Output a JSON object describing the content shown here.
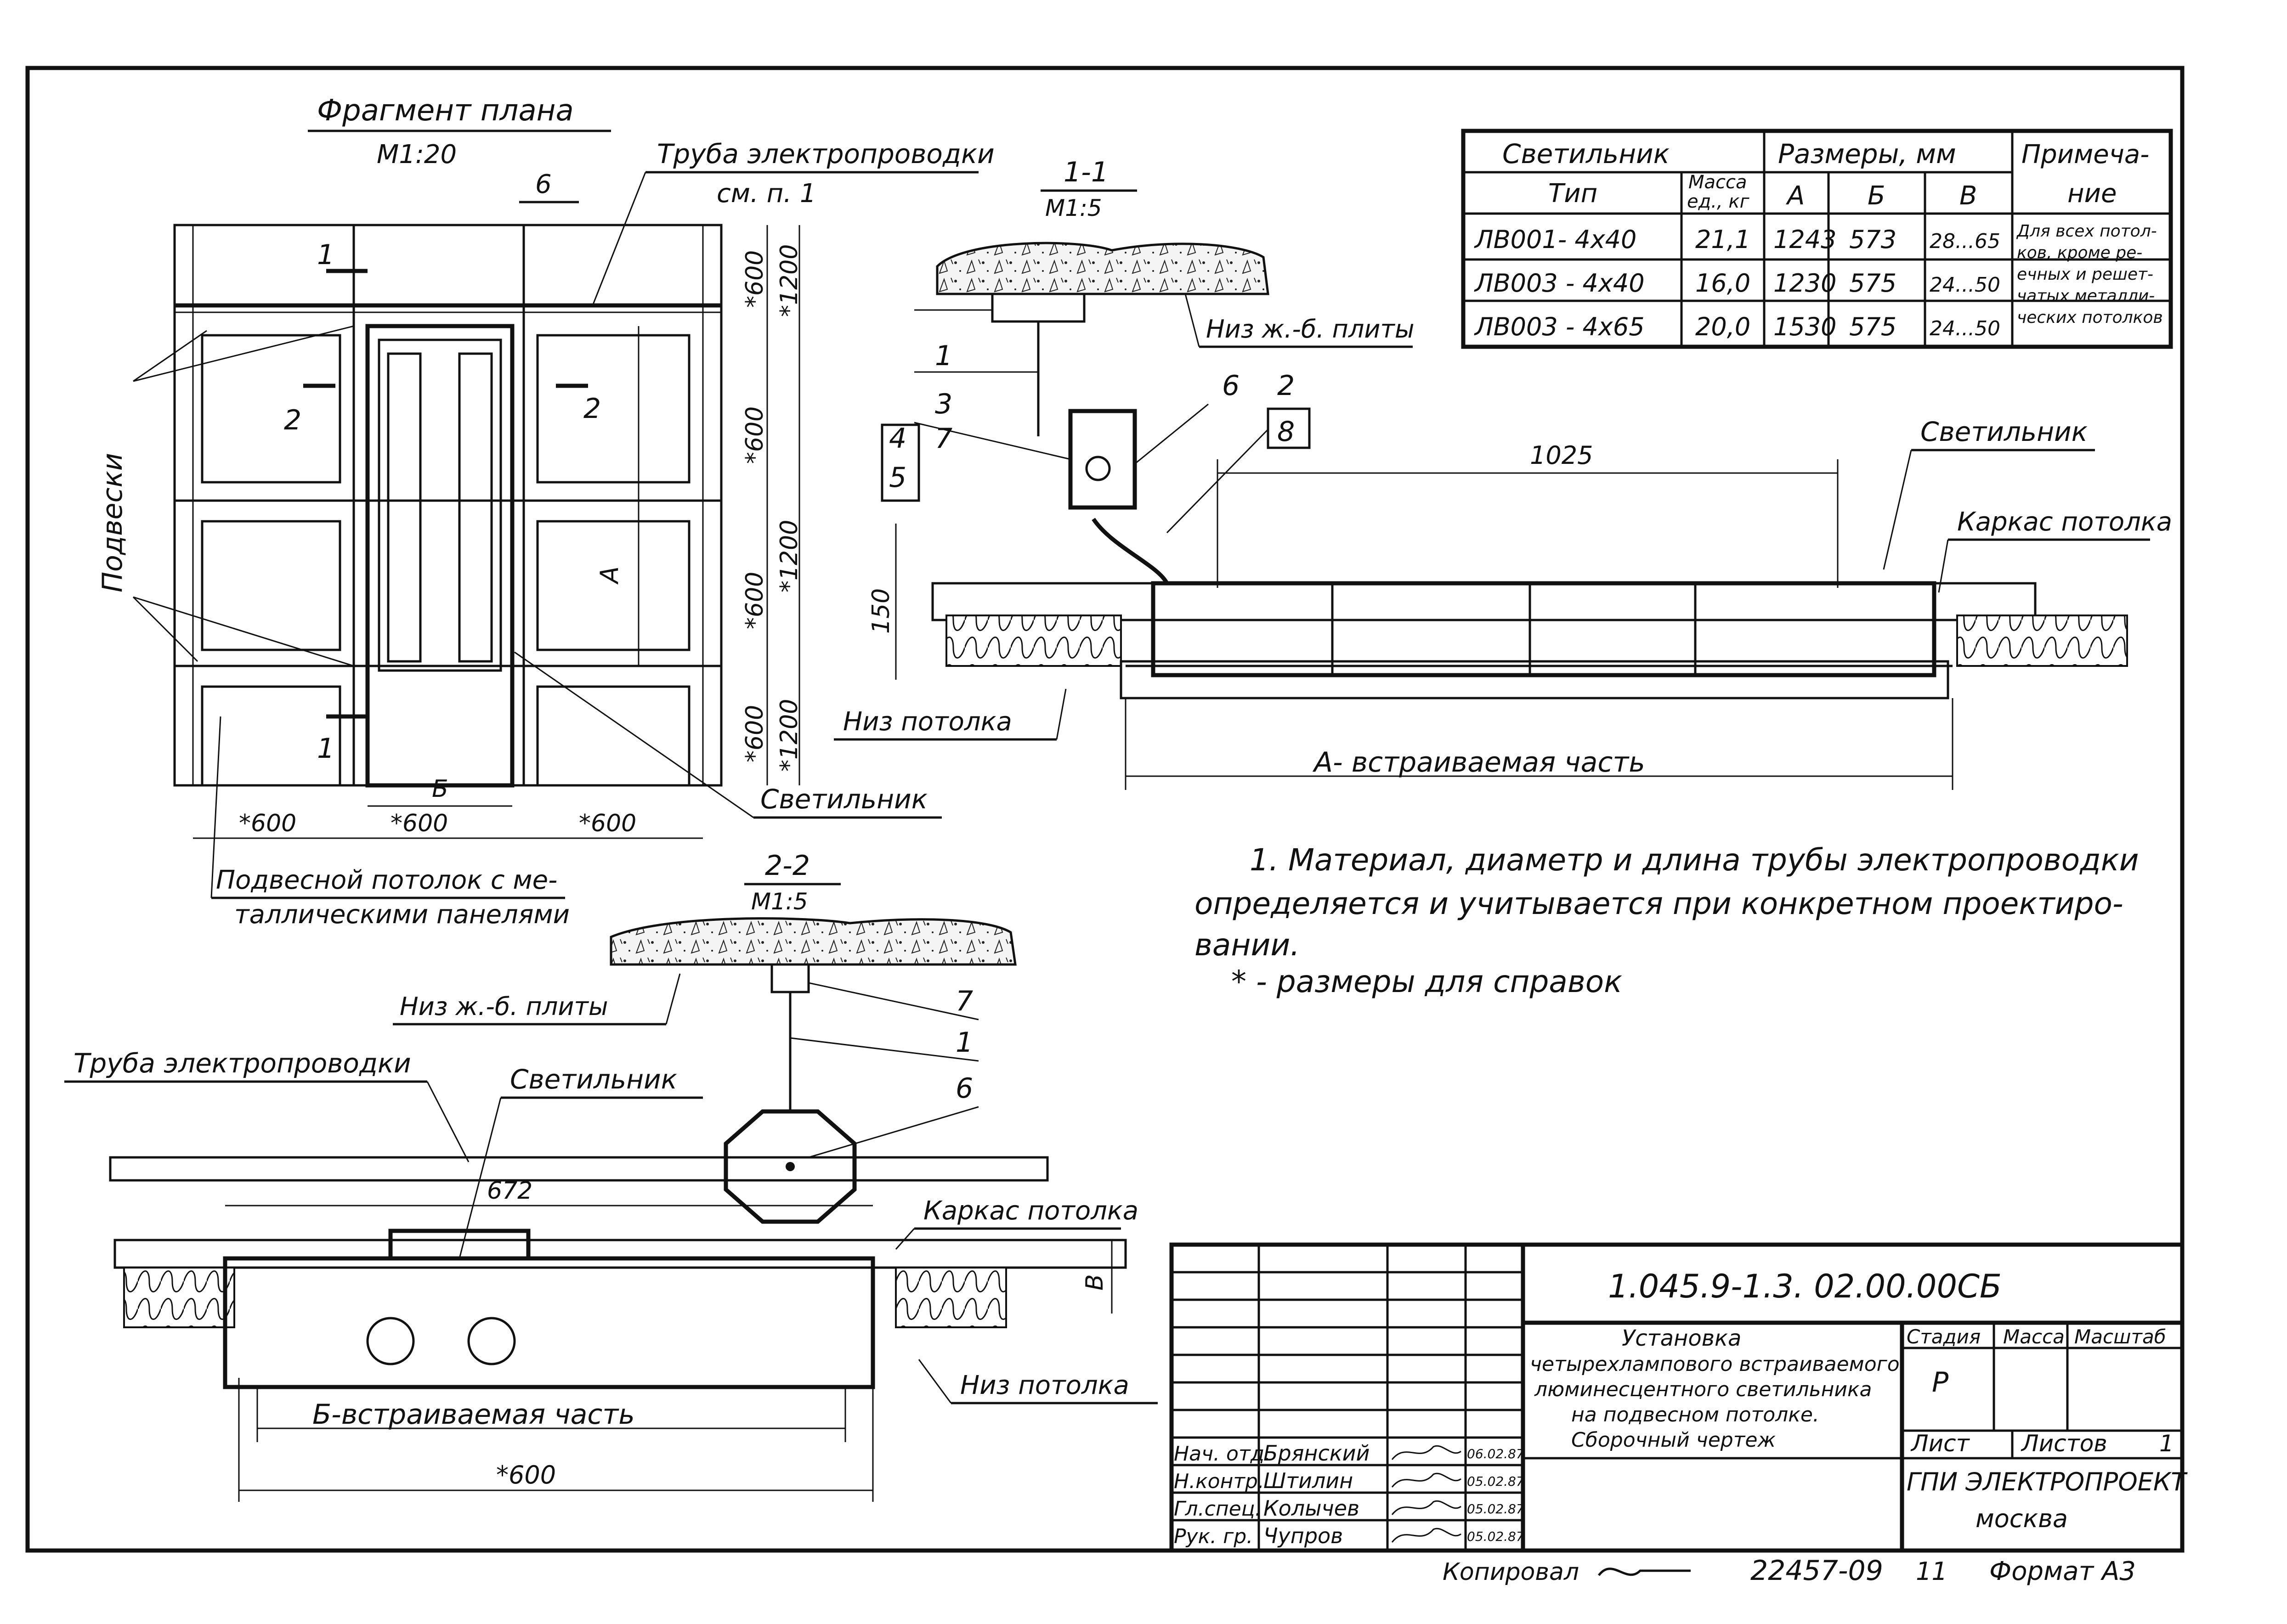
{
  "plan": {
    "title": "Фрагмент плана",
    "scale": "М1:20",
    "pipe_label": "Труба электропроводки",
    "pipe_ref": "см. п. 1",
    "pos6": "6",
    "hangers": "Подвески",
    "section_1_a": "1",
    "section_1_b": "1",
    "section_2_a": "2",
    "section_2_b": "2",
    "dim_A": "А",
    "dim_B": "Б",
    "dim_600_h1": "*600",
    "dim_600_h2": "*600",
    "dim_600_h3": "*600",
    "dim_600_v1": "*600",
    "dim_600_v2": "*600",
    "dim_600_v3": "*600",
    "dim_600_v4": "*600",
    "dim_1200_v1": "*1200",
    "dim_1200_v2": "*1200",
    "dim_1200_v3": "*1200",
    "luminaire_label": "Светильник",
    "ceiling_label_1": "Подвесной потолок с ме-",
    "ceiling_label_2": "таллическими панелями"
  },
  "section11": {
    "title": "1-1",
    "scale": "М1:5",
    "slab_label": "Низ ж.-б. плиты",
    "pos7": "7",
    "pos1": "1",
    "pos3": "3",
    "pos4": "4",
    "pos5": "5",
    "pos6": "6",
    "pos2": "2",
    "pos8": "8",
    "dim_1025": "1025",
    "dim_150": "150",
    "luminaire_label": "Светильник",
    "frame_label": "Каркас потолка",
    "ceiling_bottom": "Низ потолка",
    "builtin_A": "А- встраиваемая часть"
  },
  "table": {
    "head_luminaire": "Светильник",
    "head_dimensions": "Размеры, мм",
    "head_note_1": "Примеча-",
    "head_note_2": "ние",
    "col_type": "Тип",
    "col_mass_1": "Масса",
    "col_mass_2": "ед., кг",
    "col_A": "А",
    "col_B": "Б",
    "col_V": "В",
    "rows": [
      {
        "type": "ЛВ001- 4х40",
        "mass": "21,1",
        "a": "1243",
        "b": "573",
        "v": "28...65"
      },
      {
        "type": "ЛВ003 - 4х40",
        "mass": "16,0",
        "a": "1230",
        "b": "575",
        "v": "24...50"
      },
      {
        "type": "ЛВ003 - 4х65",
        "mass": "20,0",
        "a": "1530",
        "b": "575",
        "v": "24...50"
      }
    ],
    "note_lines": [
      "Для всех потол-",
      "ков, кроме ре-",
      "ечных и решет-",
      "чатых металли-",
      "ческих потолков"
    ]
  },
  "notes": {
    "line1": "1. Материал, диаметр и длина трубы электропроводки",
    "line2": "определяется и учитывается при конкретном проектиро-",
    "line3": "вании.",
    "line4": "* - размеры для справок"
  },
  "section22": {
    "title": "2-2",
    "scale": "М1:5",
    "slab_label": "Низ ж.-б. плиты",
    "pos7": "7",
    "pos1": "1",
    "pos6": "6",
    "pipe_label": "Труба электропроводки",
    "luminaire_label": "Светильник",
    "dim_672": "672",
    "frame_label": "Каркас потолка",
    "dim_V": "В",
    "ceiling_bottom": "Низ потолка",
    "builtin_B": "Б-встраиваемая часть",
    "dim_600": "*600"
  },
  "stamp": {
    "code": "1.045.9-1.3. 02.00.00СБ",
    "title_1": "Установка",
    "title_2": "четырехлампового встраиваемого",
    "title_3": "люминесцентного светильника",
    "title_4": "на подвесном потолке.",
    "title_5": "Сборочный чертеж",
    "col_stage": "Стадия",
    "col_mass": "Масса",
    "col_scale": "Масштаб",
    "stage": "Р",
    "sheet": "Лист",
    "sheets": "Листов",
    "sheets_count": "1",
    "org_1": "ГПИ ЭЛЕКТРОПРОЕКТ",
    "org_2": "москва",
    "people": [
      {
        "role": "Нач. отд.",
        "name": "Брянский",
        "date": "06.02.87"
      },
      {
        "role": "Н.контр.",
        "name": "Штилин",
        "date": "05.02.87"
      },
      {
        "role": "Гл.спец.",
        "name": "Колычев",
        "date": "05.02.87"
      },
      {
        "role": "Рук. гр.",
        "name": "Чупров",
        "date": "05.02.87"
      }
    ]
  },
  "footer": {
    "copied": "Копировал",
    "number": "22457-09",
    "page": "11",
    "format": "Формат А3"
  }
}
